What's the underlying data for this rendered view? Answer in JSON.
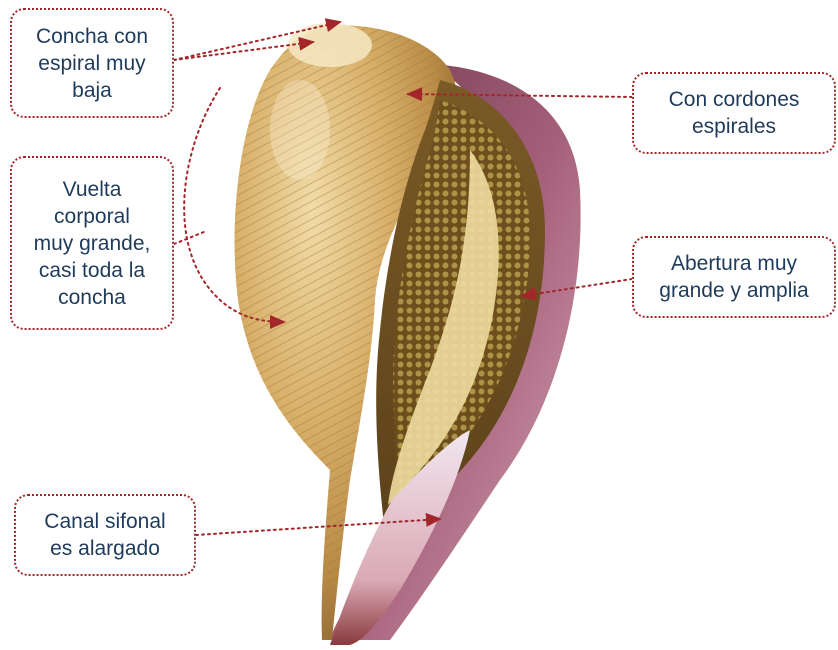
{
  "figure": {
    "subject": "shell-illustration",
    "accent_color": "#a3262a",
    "text_color": "#1f3b5c"
  },
  "callouts": [
    {
      "id": "concha",
      "text": "Concha con\nespiral muy\nbaja"
    },
    {
      "id": "cordones",
      "text": "Con cordones\nespirales"
    },
    {
      "id": "vuelta",
      "text": "Vuelta\ncorporal\nmuy grande,\ncasi toda la\nconcha"
    },
    {
      "id": "abertura",
      "text": "Abertura muy\ngrande y amplia"
    },
    {
      "id": "canal",
      "text": "Canal sifonal\nes alargado"
    }
  ]
}
